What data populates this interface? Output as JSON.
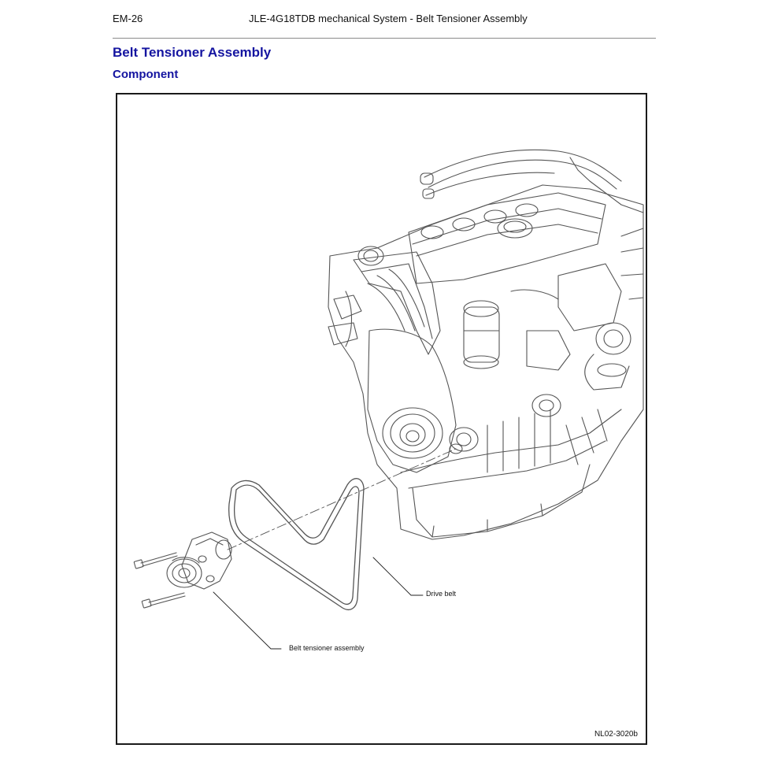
{
  "header": {
    "page_number": "EM-26",
    "title": "JLE-4G18TDB mechanical System - Belt Tensioner Assembly"
  },
  "section": {
    "title": "Belt Tensioner Assembly",
    "subtitle": "Component"
  },
  "figure": {
    "callouts": {
      "drive_belt": "Drive belt",
      "belt_tensioner": "Belt tensioner assembly"
    },
    "figure_code": "NL02-3020b"
  },
  "colors": {
    "heading": "#1414a0",
    "line_art": "#555555"
  },
  "icons": [
    "engine-illustration",
    "drive-belt-illustration",
    "belt-tensioner-illustration",
    "bolt-icon"
  ]
}
